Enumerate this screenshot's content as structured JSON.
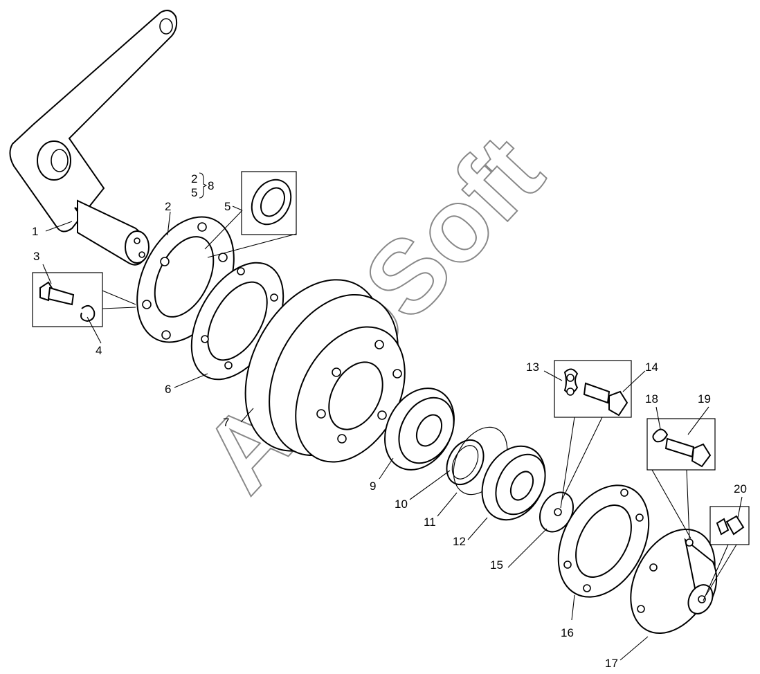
{
  "watermark": "AutoSoft",
  "kit_label": {
    "items": [
      "2",
      "5"
    ],
    "kit": "8"
  },
  "callouts": [
    "1",
    "2",
    "3",
    "4",
    "5",
    "6",
    "7",
    "9",
    "10",
    "11",
    "12",
    "13",
    "14",
    "15",
    "16",
    "17",
    "18",
    "19",
    "20"
  ]
}
